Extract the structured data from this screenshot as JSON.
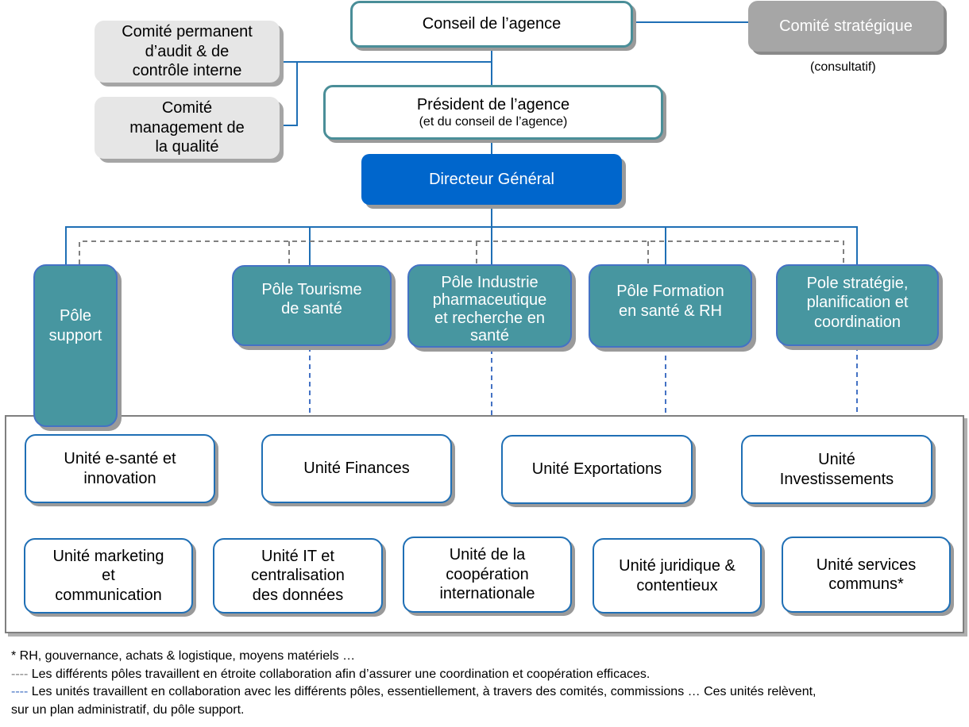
{
  "board": {
    "conseil": "Conseil de l’agence",
    "comite_strategique": "Comité stratégique",
    "comite_strategique_note": "(consultatif)",
    "president_title": "Président de l’agence",
    "president_subtitle": "(et du conseil de l’agence)",
    "directeur": "Directeur Général"
  },
  "committees": [
    {
      "lines": [
        "Comité permanent",
        "d’audit & de",
        "contrôle interne"
      ]
    },
    {
      "lines": [
        "Comité",
        "management de",
        "la qualité"
      ]
    }
  ],
  "poles": [
    {
      "lines": [
        "Pôle",
        "support"
      ]
    },
    {
      "lines": [
        "Pôle Tourisme",
        "de santé"
      ]
    },
    {
      "lines": [
        "Pôle Industrie",
        "pharmaceutique",
        "et recherche en",
        "santé"
      ]
    },
    {
      "lines": [
        "Pôle Formation",
        "en santé & RH"
      ]
    },
    {
      "lines": [
        "Pole stratégie,",
        "planification et",
        "coordination"
      ]
    }
  ],
  "units_row1": [
    {
      "lines": [
        "Unité e-santé et",
        "innovation"
      ]
    },
    {
      "lines": [
        "Unité Finances"
      ]
    },
    {
      "lines": [
        "Unité Exportations"
      ]
    },
    {
      "lines": [
        "Unité",
        "Investissements"
      ]
    }
  ],
  "units_row2": [
    {
      "lines": [
        "Unité marketing",
        "et",
        "communication"
      ]
    },
    {
      "lines": [
        "Unité IT et",
        "centralisation",
        "des données"
      ]
    },
    {
      "lines": [
        "Unité de la",
        "coopération",
        "internationale"
      ]
    },
    {
      "lines": [
        "Unité juridique &",
        "contentieux"
      ]
    },
    {
      "lines": [
        "Unité services",
        "communs*"
      ]
    }
  ],
  "notes": {
    "asterisk": "* RH, gouvernance, achats & logistique, moyens matériels …",
    "gray_marker": "----",
    "gray_text": " Les différents pôles travaillent en étroite collaboration afin d’assurer une coordination et coopération efficaces.",
    "blue_marker": "----",
    "blue_text": " Les unités travaillent en collaboration avec les différents pôles, essentiellement, à travers des comités, commissions … Ces unités relèvent,",
    "blue_text_cont": "sur un plan administratif, du pôle support."
  },
  "colors": {
    "line_solid": "#1f6fb5",
    "line_dashed_gray": "#808080",
    "line_dashed_blue": "#4472c4",
    "pole_fill": "#4796a0",
    "dg_fill": "#0066cc",
    "top_border": "#4a8e98"
  }
}
